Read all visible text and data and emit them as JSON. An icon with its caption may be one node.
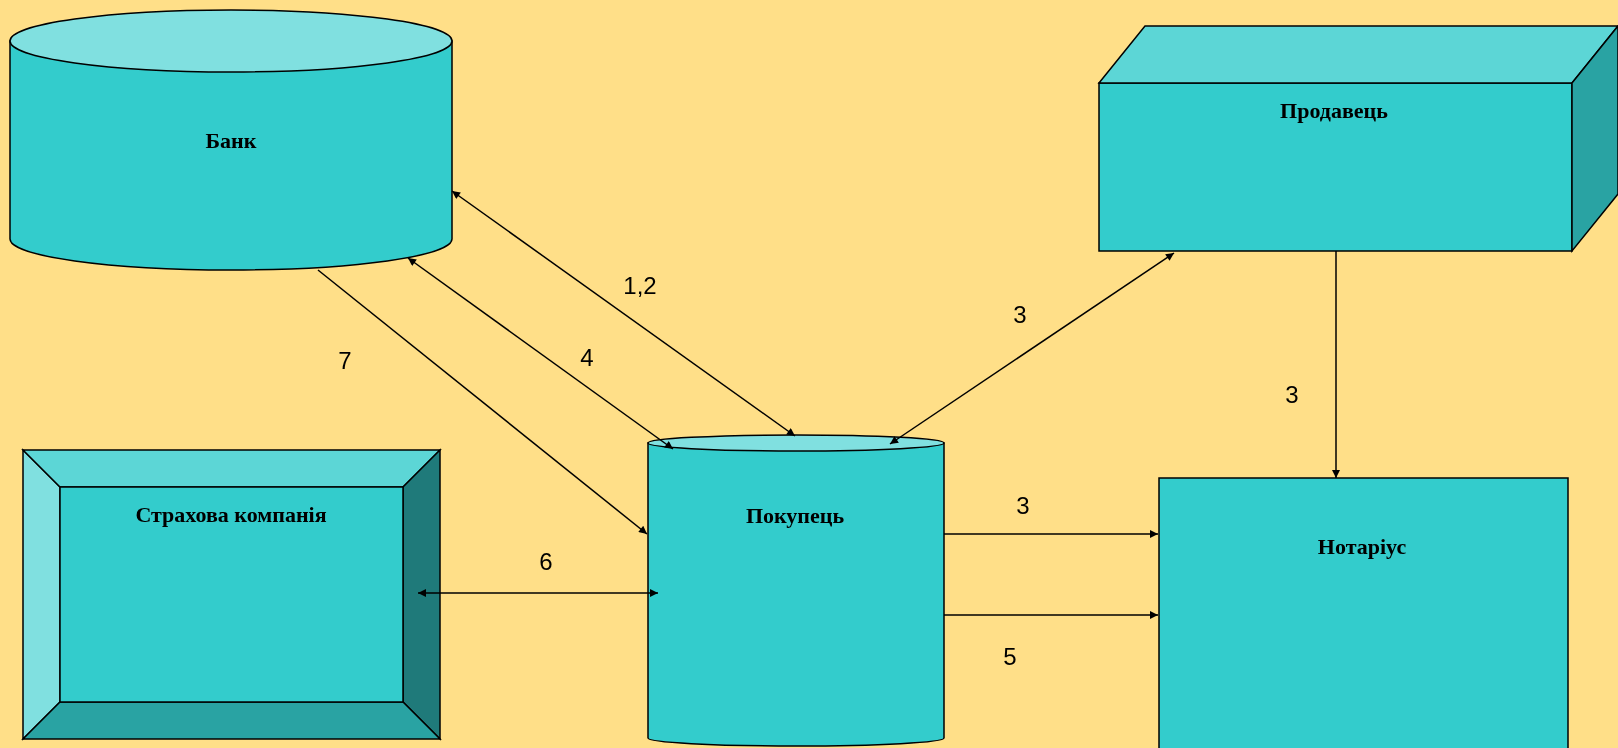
{
  "diagram": {
    "nodes": [
      {
        "text": [
          "Банк"
        ]
      },
      {
        "text": [
          "Продавець"
        ]
      },
      {
        "text": [
          "Страхова компанія"
        ]
      },
      {
        "text": [
          "Покупець"
        ]
      },
      {
        "text": [
          "Нотаріус"
        ]
      }
    ],
    "edges": [
      {
        "from": 3,
        "to": 0,
        "arrow": "both",
        "label": "1,2"
      },
      {
        "from": 3,
        "to": 0,
        "arrow": "both",
        "label": "4"
      },
      {
        "from": 0,
        "to": 3,
        "arrow": "to",
        "label": "7"
      },
      {
        "from": 3,
        "to": 1,
        "arrow": "both",
        "label": "3"
      },
      {
        "from": 1,
        "to": 4,
        "arrow": "to",
        "label": "3"
      },
      {
        "from": 3,
        "to": 4,
        "arrow": "to",
        "label": "3"
      },
      {
        "from": 3,
        "to": 4,
        "arrow": "to",
        "label": "5"
      },
      {
        "from": 2,
        "to": 3,
        "arrow": "both",
        "label": "6"
      }
    ]
  }
}
